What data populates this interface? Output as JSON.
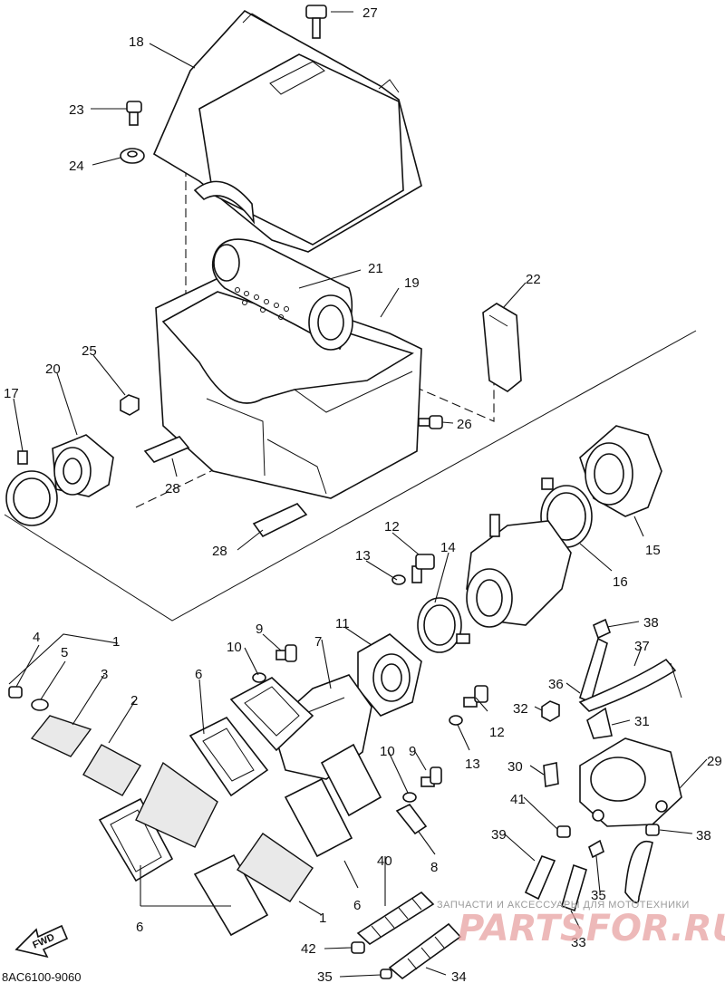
{
  "diagram": {
    "code": "8AC6100-9060",
    "fwd_label": "FWD",
    "watermark": {
      "caption": "ЗАПЧАСТИ И АКСЕССУАРЫ ДЛЯ МОТОТЕХНИКИ",
      "site": "PARTSFOR.RU"
    },
    "callouts": [
      {
        "key": "c27",
        "label": "27"
      },
      {
        "key": "c18",
        "label": "18"
      },
      {
        "key": "c23",
        "label": "23"
      },
      {
        "key": "c24",
        "label": "24"
      },
      {
        "key": "c21",
        "label": "21"
      },
      {
        "key": "c19",
        "label": "19"
      },
      {
        "key": "c22",
        "label": "22"
      },
      {
        "key": "c25",
        "label": "25"
      },
      {
        "key": "c20",
        "label": "20"
      },
      {
        "key": "c17",
        "label": "17"
      },
      {
        "key": "c26",
        "label": "26"
      },
      {
        "key": "c28a",
        "label": "28"
      },
      {
        "key": "c28b",
        "label": "28"
      },
      {
        "key": "c15",
        "label": "15"
      },
      {
        "key": "c12a",
        "label": "12"
      },
      {
        "key": "c13a",
        "label": "13"
      },
      {
        "key": "c14",
        "label": "14"
      },
      {
        "key": "c16",
        "label": "16"
      },
      {
        "key": "c38a",
        "label": "38"
      },
      {
        "key": "c11",
        "label": "11"
      },
      {
        "key": "c9a",
        "label": "9"
      },
      {
        "key": "c10a",
        "label": "10"
      },
      {
        "key": "c7",
        "label": "7"
      },
      {
        "key": "c4",
        "label": "4"
      },
      {
        "key": "c5",
        "label": "5"
      },
      {
        "key": "c1a",
        "label": "1"
      },
      {
        "key": "c3",
        "label": "3"
      },
      {
        "key": "c2",
        "label": "2"
      },
      {
        "key": "c6a",
        "label": "6"
      },
      {
        "key": "c37",
        "label": "37"
      },
      {
        "key": "c36",
        "label": "36"
      },
      {
        "key": "c32",
        "label": "32"
      },
      {
        "key": "c31",
        "label": "31"
      },
      {
        "key": "c12b",
        "label": "12"
      },
      {
        "key": "c13b",
        "label": "13"
      },
      {
        "key": "c9b",
        "label": "9"
      },
      {
        "key": "c10b",
        "label": "10"
      },
      {
        "key": "c30",
        "label": "30"
      },
      {
        "key": "c29",
        "label": "29"
      },
      {
        "key": "c41",
        "label": "41"
      },
      {
        "key": "c38b",
        "label": "38"
      },
      {
        "key": "c39",
        "label": "39"
      },
      {
        "key": "c40",
        "label": "40"
      },
      {
        "key": "c8",
        "label": "8"
      },
      {
        "key": "c35a",
        "label": "35"
      },
      {
        "key": "c33",
        "label": "33"
      },
      {
        "key": "c6b",
        "label": "6"
      },
      {
        "key": "c6c",
        "label": "6"
      },
      {
        "key": "c1b",
        "label": "1"
      },
      {
        "key": "c42",
        "label": "42"
      },
      {
        "key": "c34",
        "label": "34"
      },
      {
        "key": "c35b",
        "label": "35"
      }
    ]
  }
}
